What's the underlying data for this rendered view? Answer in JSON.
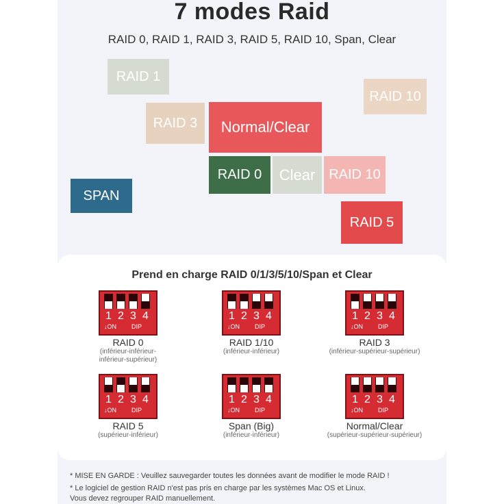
{
  "header": {
    "title": "7 modes Raid",
    "subtitle": "RAID 0, RAID 1, RAID 3, RAID 5, RAID 10, Span, Clear"
  },
  "tiles": {
    "raid1": {
      "label": "RAID 1",
      "color": "#d6dbd2"
    },
    "raid10_top": {
      "label": "RAID 10",
      "color": "#ead6c3"
    },
    "raid3": {
      "label": "RAID 3",
      "color": "#e6d2bf"
    },
    "normal_clear": {
      "label": "Normal/Clear",
      "color": "#e8585a"
    },
    "raid0": {
      "label": "RAID 0",
      "color": "#3d6e48"
    },
    "clear": {
      "label": "Clear",
      "color": "#d6dbd2"
    },
    "raid10_mid": {
      "label": "RAID 10",
      "color": "#f3b6b3"
    },
    "span": {
      "label": "SPAN",
      "color": "#2e6a8c"
    },
    "raid5": {
      "label": "RAID 5",
      "color": "#e24a4c"
    }
  },
  "card": {
    "title": "Prend en charge RAID 0/1/3/5/10/Span et Clear"
  },
  "dip_common": {
    "on": "↓ON",
    "dip": "DIP",
    "numbers": [
      "1",
      "2",
      "3",
      "4"
    ]
  },
  "dips": [
    {
      "label": "RAID 0",
      "sub1": "(inférieur-inférieur-",
      "sub2": "inférieur-supérieur)",
      "switches": [
        "down",
        "down",
        "down",
        "up"
      ]
    },
    {
      "label": "RAID 1/10",
      "sub1": "(inférieur-inférieur)",
      "sub2": "",
      "switches": [
        "down",
        "down",
        "up",
        "up"
      ]
    },
    {
      "label": "RAID 3",
      "sub1": "(inférieur-supérieur-supérieur)",
      "sub2": "",
      "switches": [
        "down",
        "up",
        "up",
        "up"
      ]
    },
    {
      "label": "RAID 5",
      "sub1": "(supérieur-inférieur)",
      "sub2": "",
      "switches": [
        "up",
        "down",
        "up",
        "up"
      ]
    },
    {
      "label": "Span (Big)",
      "sub1": "(inférieur-inférieur)",
      "sub2": "",
      "switches": [
        "down",
        "down",
        "down",
        "down"
      ]
    },
    {
      "label": "Normal/Clear",
      "sub1": "(supérieur-supérieur-supérieur)",
      "sub2": "",
      "switches": [
        "up",
        "up",
        "up",
        "up"
      ]
    }
  ],
  "notes": [
    "* MISE EN GARDE : Veuillez sauvegarder toutes les données avant de modifier le mode RAID !",
    "* Le logiciel de gestion RAID n'est pas pris en charge par les systèmes Mac OS et Linux.",
    "Vous devez regrouper RAID manuellement."
  ]
}
